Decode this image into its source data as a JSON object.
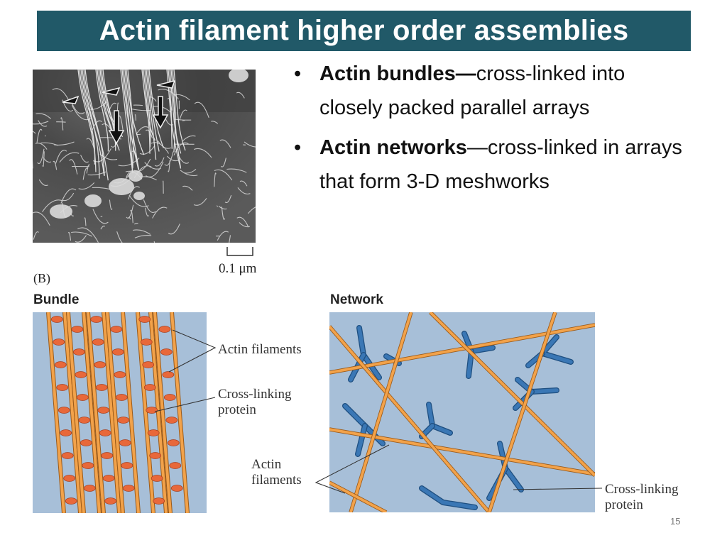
{
  "slide": {
    "title": "Actin filament higher order assemblies",
    "number": "15"
  },
  "bullets": [
    {
      "bold": "Actin bundles—",
      "text": "cross-linked into closely packed parallel arrays"
    },
    {
      "bold": "Actin networks",
      "text": "—cross-linked in arrays that form 3-D meshworks"
    }
  ],
  "micrograph": {
    "scale_label": "0.1 μm"
  },
  "figure": {
    "panel_label": "(B)",
    "bundle": {
      "heading": "Bundle",
      "label_filaments": "Actin filaments",
      "label_crosslink": "Cross-linking protein"
    },
    "network": {
      "heading": "Network",
      "label_filaments": "Actin filaments",
      "label_crosslink": "Cross-linking protein"
    }
  },
  "colors": {
    "title_bar": "#215968",
    "panel_bg": "#a7bfd8",
    "filament": "#f2a24a",
    "filament_edge": "#9a5a1a",
    "crosslink_bundle": "#e8683a",
    "crosslink_network": "#3a77b5"
  }
}
